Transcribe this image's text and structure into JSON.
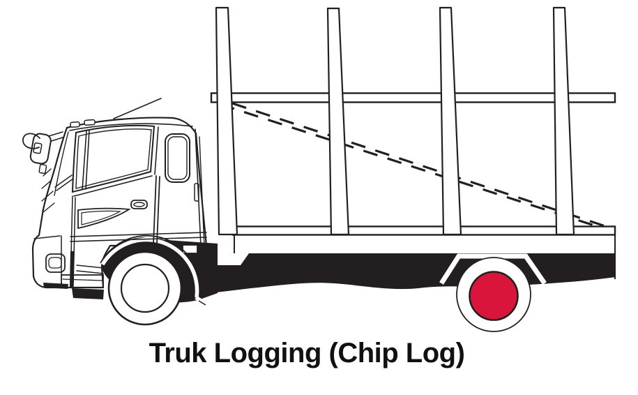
{
  "figure": {
    "caption": "Truk Logging (Chip Log)",
    "description": "Side-view line drawing of a logging stake truck with four vertical stakes, dashed load lines on the empty bed, and a red rear wheel hub",
    "stake_count": 4
  },
  "colors": {
    "background": "#ffffff",
    "line": "#231f20",
    "red_hub": "#d9153c"
  }
}
